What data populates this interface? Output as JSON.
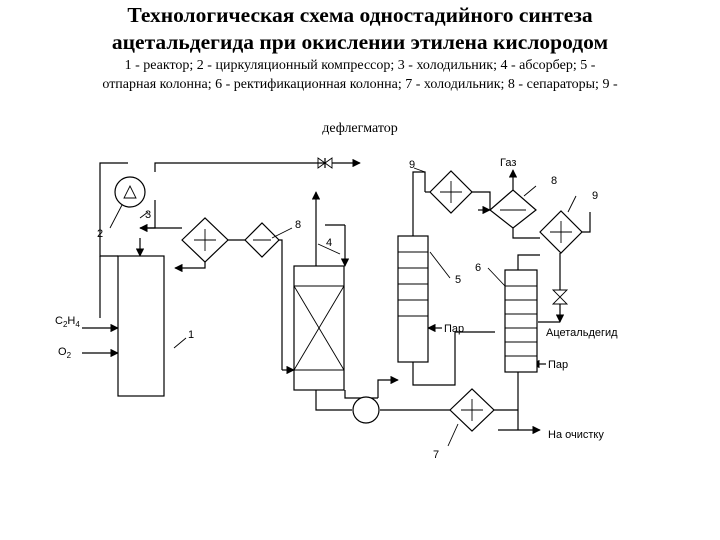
{
  "title": {
    "line1": "Технологическая схема одностадийного синтеза",
    "line2": "ацетальдегида при окислении этилена кислородом"
  },
  "legend": {
    "line1": "1 - реактор; 2 - циркуляционный компрессор; 3 - холодильник; 4 - абсорбер; 5 -",
    "line2": "отпарная колонна; 6 - ректификационная колонна; 7 - холодильник; 8 - сепараторы; 9 -",
    "line3": "дефлегматор"
  },
  "diagram": {
    "numbers": {
      "n1": "1",
      "n2": "2",
      "n3": "3",
      "n4": "4",
      "n5": "5",
      "n6": "6",
      "n7": "7",
      "n8a": "8",
      "n8b": "8",
      "n9a": "9",
      "n9b": "9"
    },
    "streams": {
      "gas": "Газ",
      "steam_a": "Пар",
      "steam_b": "Пар",
      "product": "Ацетальдегид",
      "to_treatment": "На очистку"
    },
    "feeds": {
      "ethylene": {
        "symbol": "C",
        "sub1": "2",
        "mid": "H",
        "sub2": "4"
      },
      "oxygen": {
        "symbol": "O",
        "sub1": "2"
      }
    }
  }
}
